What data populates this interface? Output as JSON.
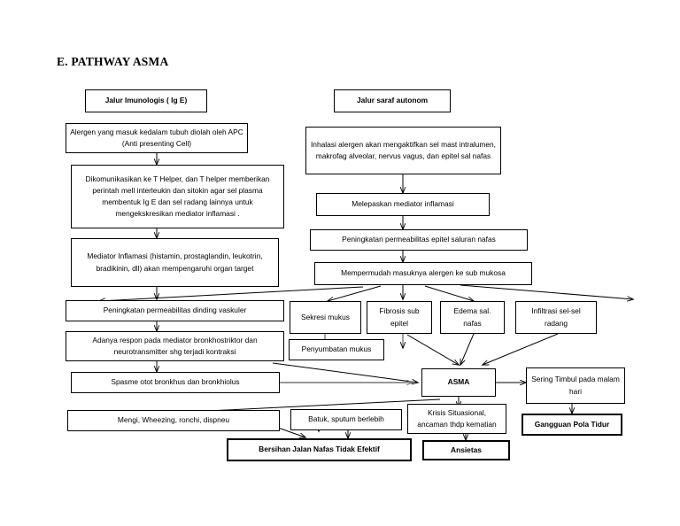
{
  "document": {
    "title": "E. PATHWAY ASMA",
    "background_color": "#ffffff",
    "line_color": "#000000"
  },
  "nodes": {
    "jalur_imunologis": "Jalur Imunologis ( Ig E)",
    "jalur_saraf": "Jalur saraf autonom",
    "alergen_masuk": "Alergen yang masuk kedalam tubuh diolah oleh APC (Anti presenting Cell)",
    "inhalasi_alergen": "Inhalasi alergen akan mengaktifkan sel mast intralumen, makrofag alveolar, nervus vagus, dan epitel sal nafas",
    "dikomunikasikan": "Dikomunikasikan ke T Helper, dan T helper memberikan perintah mell interleukin dan sitokin agar sel plasma membentuk Ig E dan sel radang lainnya untuk mengekskresikan mediator inflamasi .",
    "melepaskan_mediator": "Melepaskan mediator inflamasi",
    "peningkatan_epitel": "Peningkatan permeabilitas epitel saluran nafas",
    "mediator_inflamasi": "Mediator Inflamasi (histamin, prostaglandin, leukotrin, bradikinin, dll) akan mempengaruhi organ target",
    "mempermudah_masuknya": "Mempermudah masuknya alergen ke sub mukosa",
    "peningkatan_vaskuler": "Peningkatan permeabilitas dinding vaskuler",
    "sekresi_mukus": "Sekresi mukus",
    "fibrosis_sub_epitel": "Fibrosis sub epitel",
    "edema_sal_nafas": "Edema sal. nafas",
    "infiltrasi_sel": "Infiltrasi sel-sel radang",
    "adanya_respon": "Adanya respon pada mediator bronkhostriktor dan neurotransmitter shg terjadi kontraksi",
    "penyumbatan_mukus": "Penyumbatan mukus",
    "spasme_otot": "Spasme otot bronkhus dan bronkhiolus",
    "asma": "ASMA",
    "sering_timbul": "Sering Timbul pada malam hari",
    "mengi_wheezing": "Mengi, Wheezing, ronchi, dispneu",
    "batuk_sputum": "Batuk, sputum berlebih",
    "krisis_situasional": "Krisis Situasional, ancaman thdp kematian",
    "gangguan_pola_tidur": "Gangguan Pola Tidur",
    "bersihan_jalan_nafas": "Bersihan Jalan Nafas Tidak Efektif",
    "ansietas": "Ansietas"
  }
}
